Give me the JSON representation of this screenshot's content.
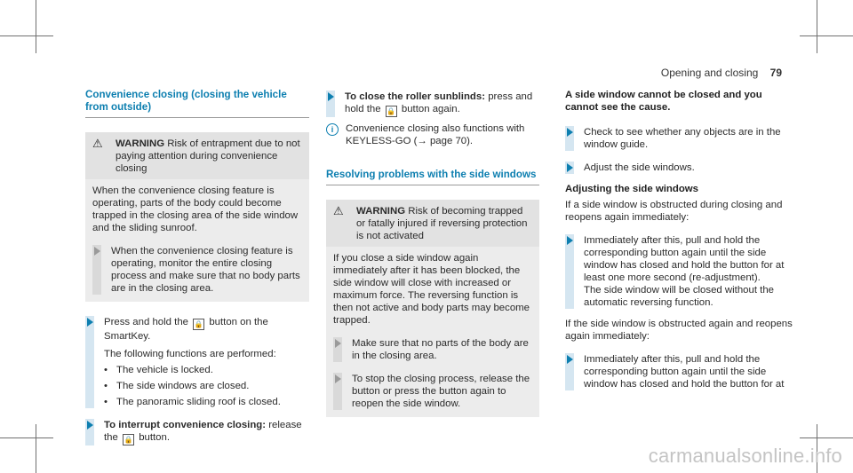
{
  "header": {
    "section": "Opening and closing",
    "page": "79"
  },
  "col1": {
    "heading": "Convenience closing (closing the vehicle from outside)",
    "warning": {
      "label": "WARNING",
      "title": "Risk of entrapment due to not paying attention during convenience closing",
      "body": "When the convenience closing feature is operating, parts of the body could become trapped in the closing area of the side window and the sliding sunroof.",
      "step": "When the convenience closing feature is operating, monitor the entire closing process and make sure that no body parts are in the closing area."
    },
    "step1_pre": "Press and hold the",
    "step1_post": "button on the SmartKey.",
    "list_intro": "The following functions are performed:",
    "bullets": [
      "The vehicle is locked.",
      "The side windows are closed.",
      "The panoramic sliding roof is closed."
    ],
    "step2_bold": "To interrupt convenience closing:",
    "step2_pre": "release the",
    "step2_post": "button."
  },
  "col2": {
    "step_bold": "To close the roller sunblinds:",
    "step_pre": "press and hold the",
    "step_post": "button again.",
    "info": "Convenience closing also functions with KEYLESS-GO (→ page 70).",
    "heading": "Resolving problems with the side windows",
    "warning": {
      "label": "WARNING",
      "title": "Risk of becoming trapped or fatally injured if reversing protection is not activated",
      "body": "If you close a side window again immediately after it has been blocked, the side window will close with increased or maximum force. The reversing function is then not active and body parts may become trapped.",
      "step1": "Make sure that no parts of the body are in the closing area.",
      "step2": "To stop the closing process, release the button or press the button again to reopen the side window."
    }
  },
  "col3": {
    "heading": "A side window cannot be closed and you cannot see the cause.",
    "step1": "Check to see whether any objects are in the window guide.",
    "step2": "Adjust the side windows.",
    "sub_heading": "Adjusting the side windows",
    "para1": "If a side window is obstructed during closing and reopens again immediately:",
    "step3a": "Immediately after this, pull and hold the corresponding button again until the side window has closed and hold the button for at least one more second (re-adjustment).",
    "step3b": "The side window will be closed without the automatic reversing function.",
    "para2": "If the side window is obstructed again and reopens again immediately:",
    "step4": "Immediately after this, pull and hold the corresponding button again until the side window has closed and hold the button for at"
  },
  "watermark": "carmanualsonline.info"
}
